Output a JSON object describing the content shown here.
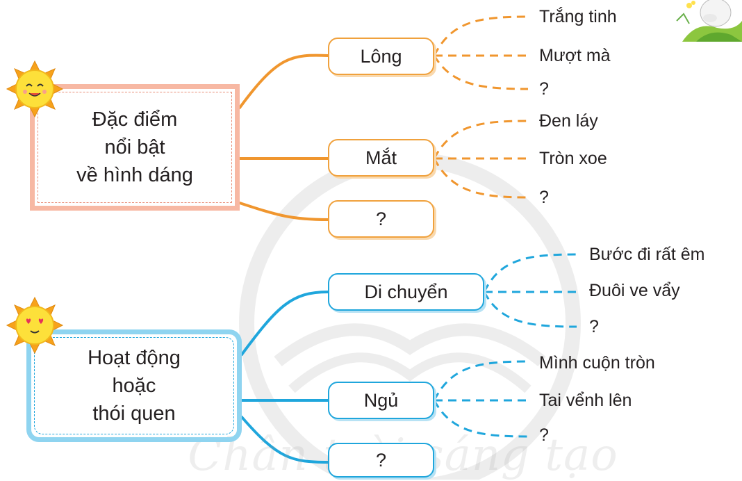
{
  "watermark": "Chân trời sáng tạo",
  "groups": [
    {
      "title": "Đặc điểm\nnổi bật\nvề hình dáng",
      "color": "#f0a13c",
      "branches": [
        {
          "label": "Lông",
          "leaves": [
            "Trắng tinh",
            "Mượt mà",
            "?"
          ]
        },
        {
          "label": "Mắt",
          "leaves": [
            "Đen láy",
            "Tròn xoe",
            "?"
          ]
        },
        {
          "label": "?"
        }
      ]
    },
    {
      "title": "Hoạt động\nhoặc\nthói quen",
      "color": "#1fa6dc",
      "branches": [
        {
          "label": "Di chuyển",
          "leaves": [
            "Bước đi rất êm",
            "Đuôi ve vẩy",
            "?"
          ]
        },
        {
          "label": "Ngủ",
          "leaves": [
            "Mình cuộn tròn",
            "Tai vểnh lên",
            "?"
          ]
        },
        {
          "label": "?"
        }
      ]
    }
  ]
}
